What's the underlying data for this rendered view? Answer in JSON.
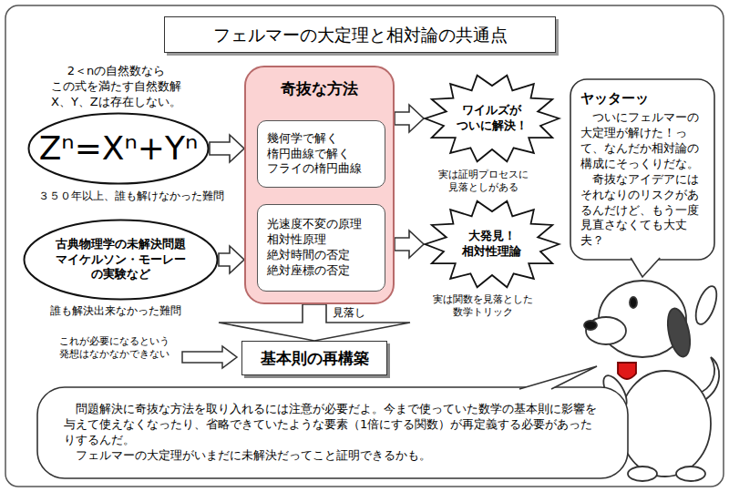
{
  "diagram": {
    "title": "フェルマーの大定理と相対論の共通点",
    "nodes": [
      {
        "text": [
          "Zⁿ=Xⁿ+Yⁿ"
        ]
      },
      {
        "text": [
          "古典物理学の未解決問題 マイケルソン・モーレー の実験など"
        ]
      },
      {
        "text": [
          "奇抜な方法"
        ]
      },
      {
        "text": [
          "幾何学で解く 楕円曲線で解く フライの楕円曲線"
        ],
        "in": 2
      },
      {
        "text": [
          "光速度不変の原理 相対性原理 絶対時間の否定 絶対座標の否定"
        ],
        "in": 2
      },
      {
        "text": [
          "ワイルズが ついに解決！"
        ]
      },
      {
        "text": [
          "大発見！ 相対性理論"
        ]
      },
      {
        "text": [
          "基本則の再構築"
        ]
      },
      {
        "text": [
          "ヤッターッ",
          "ついにフェルマーの大定理が解けた！って、なんだか相対論の構成にそっくりだな。",
          "奇抜なアイデアにはそれなりのリスクがあるんだけど、もう一度見直さなくても大丈夫？"
        ]
      },
      {
        "text": [
          "問題解決に奇抜な方法を取り入れるには注意が必要だよ。今まで使っていた数学の基本則に影響を与えて使えなくなったり、省略できていたような要素（1倍にする関数）が再定義する必要があったりするんだ。",
          "フェルマーの大定理がいまだに未解決だってこと証明できるかも。"
        ]
      }
    ],
    "edges": [
      {
        "from": 0,
        "to": 2,
        "arrow": "to"
      },
      {
        "from": 1,
        "to": 2,
        "arrow": "to"
      },
      {
        "from": 2,
        "to": 5,
        "arrow": "to"
      },
      {
        "from": 2,
        "to": 6,
        "arrow": "to"
      },
      {
        "from": 2,
        "to": 7,
        "arrow": "to",
        "label": "見落し"
      }
    ],
    "labels": [
      "2＜nの自然数なら この式を満たす自然数解 X、Y、Zは存在しない。",
      "３５０年以上、誰も解けなかった難問",
      "誰も解決出来なかった難問",
      "実は証明プロセスに 見落としがある",
      "実は関数を見落とした 数学トリック",
      "これが必要になるという 発想はなかなかできない"
    ]
  }
}
